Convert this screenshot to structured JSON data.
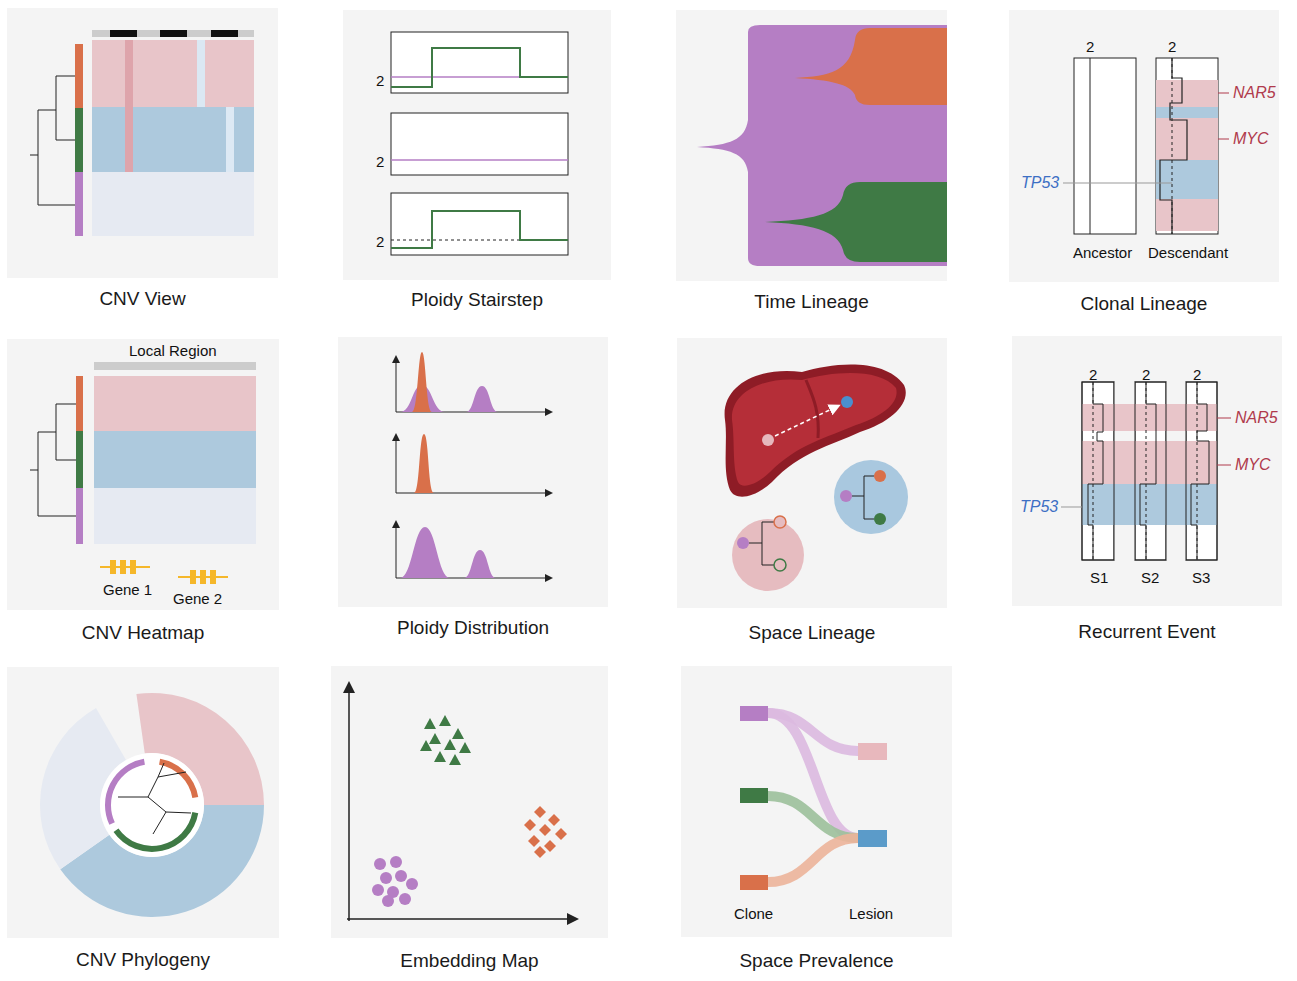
{
  "diagram": {
    "nodes": [
      {
        "text": [
          "CNV View"
        ]
      },
      {
        "text": [
          "Ploidy Stairstep"
        ]
      },
      {
        "text": [
          "Time Lineage"
        ]
      },
      {
        "text": [
          "Clonal Lineage"
        ]
      },
      {
        "text": [
          "CNV Heatmap"
        ]
      },
      {
        "text": [
          "Ploidy Distribution"
        ]
      },
      {
        "text": [
          "Space Lineage"
        ]
      },
      {
        "text": [
          "Recurrent Event"
        ]
      },
      {
        "text": [
          "CNV Phylogeny"
        ]
      },
      {
        "text": [
          "Embedding Map"
        ]
      },
      {
        "text": [
          "Space Prevalence"
        ]
      }
    ],
    "labels": [
      "2",
      "2",
      "2",
      "2",
      "2",
      "NAR5",
      "MYC",
      "TP53",
      "Ancestor",
      "Descendant",
      "Local Region",
      "Gene 1",
      "Gene 2",
      "2",
      "2",
      "2",
      "NAR5",
      "MYC",
      "TP53",
      "S1",
      "S2",
      "S3",
      "Clone",
      "Lesion"
    ]
  }
}
